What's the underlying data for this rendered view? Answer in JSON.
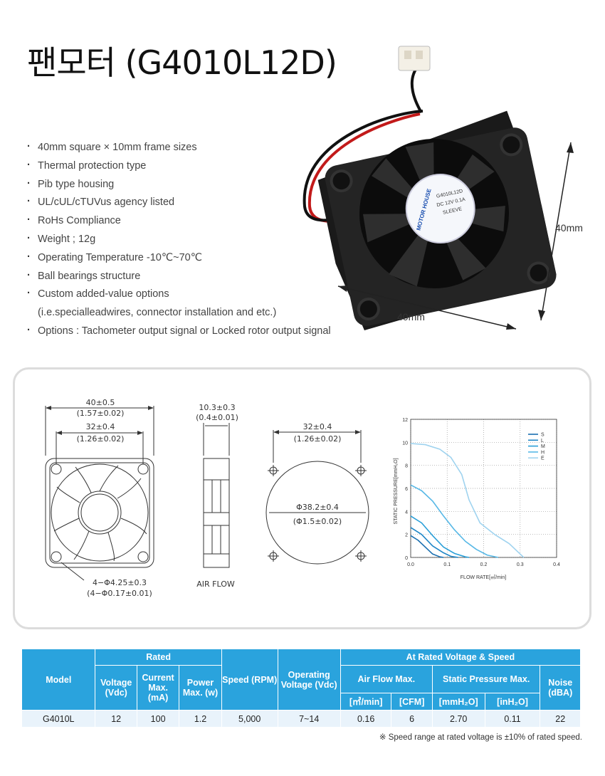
{
  "title": "팬모터 (G4010L12D)",
  "features": [
    "40mm square × 10mm frame sizes",
    "Thermal protection type",
    "Pib type housing",
    "UL/cUL/cTUVus agency listed",
    "RoHs Compliance",
    "Weight ; 12g",
    "Operating Temperature -10℃~70℃",
    "Ball bearings structure",
    "Custom added-value options",
    "(i.e.specialleadwires, connector installation and etc.)",
    "Options : Tachometer output signal or Locked rotor output signal"
  ],
  "photo": {
    "dim_side": "40mm",
    "dim_bottom": "40mm",
    "label_brand": "MOTOR HOUSE",
    "label_l1": "G4010L12D",
    "label_l2": "DC 12V 0.1A",
    "label_l3": "SLEEVE"
  },
  "drawing": {
    "front_outer": "40±0.5",
    "front_outer_in": "(1.57±0.02)",
    "front_inner": "32±0.4",
    "front_inner_in": "(1.26±0.02)",
    "front_hole": "4−Φ4.25±0.3",
    "front_hole_in": "(4−Φ0.17±0.01)",
    "side_thick": "10.3±0.3",
    "side_thick_in": "(0.4±0.01)",
    "side_caption": "AIR FLOW",
    "back_pitch": "32±0.4",
    "back_pitch_in": "(1.26±0.02)",
    "back_dia": "Φ38.2±0.4",
    "back_dia_in": "(Φ1.5±0.02)"
  },
  "chart_data": {
    "type": "line",
    "xlabel": "FLOW RATE[㎥/min]",
    "ylabel": "STATIC PRESSURE[mmH₂O]",
    "xlim": [
      0,
      0.4
    ],
    "ylim": [
      0,
      12
    ],
    "xticks": [
      "0.0",
      "0.1",
      "0.2",
      "0.3",
      "0.4"
    ],
    "yticks": [
      "0",
      "2",
      "4",
      "6",
      "8",
      "10",
      "12"
    ],
    "grid": true,
    "legend_position": "top-right",
    "series": [
      {
        "name": "S",
        "color": "#1a6fb0",
        "x": [
          0,
          0.02,
          0.04,
          0.06,
          0.08,
          0.09
        ],
        "y": [
          1.9,
          1.5,
          0.9,
          0.3,
          0.05,
          0
        ]
      },
      {
        "name": "L",
        "color": "#1f86c6",
        "x": [
          0,
          0.03,
          0.06,
          0.09,
          0.11,
          0.13
        ],
        "y": [
          2.6,
          2.0,
          1.0,
          0.4,
          0.1,
          0
        ]
      },
      {
        "name": "M",
        "color": "#2a9fd8",
        "x": [
          0,
          0.03,
          0.06,
          0.09,
          0.12,
          0.15,
          0.16
        ],
        "y": [
          3.6,
          3.0,
          1.9,
          0.9,
          0.35,
          0.05,
          0
        ]
      },
      {
        "name": "H",
        "color": "#57b8e6",
        "x": [
          0,
          0.03,
          0.06,
          0.09,
          0.12,
          0.15,
          0.18,
          0.21,
          0.24
        ],
        "y": [
          6.3,
          5.8,
          4.9,
          3.6,
          2.4,
          1.4,
          0.7,
          0.2,
          0
        ]
      },
      {
        "name": "E",
        "color": "#9fd3ef",
        "x": [
          0,
          0.04,
          0.08,
          0.11,
          0.14,
          0.16,
          0.19,
          0.23,
          0.27,
          0.3,
          0.31
        ],
        "y": [
          9.9,
          9.8,
          9.4,
          8.7,
          7.2,
          5.0,
          3.0,
          2.0,
          1.2,
          0.3,
          0
        ]
      }
    ]
  },
  "table": {
    "h_model": "Model",
    "h_rated": "Rated",
    "h_voltage": "Voltage (Vdc)",
    "h_current": "Current Max. (mA)",
    "h_power": "Power Max. (w)",
    "h_speed": "Speed (RPM)",
    "h_opv": "Operating Voltage (Vdc)",
    "h_at_rated": "At Rated Voltage & Speed",
    "h_airflow": "Air Flow Max.",
    "h_static": "Static Pressure Max.",
    "h_noise": "Noise (dBA)",
    "u_m3": "[㎥/min]",
    "u_cfm": "[CFM]",
    "u_mmh2o": "[mmH₂O]",
    "u_inh2o": "[inH₂O]",
    "row": [
      "G4010L",
      "12",
      "100",
      "1.2",
      "5,000",
      "7~14",
      "0.16",
      "6",
      "2.70",
      "0.11",
      "22"
    ]
  },
  "note": "※ Speed range at rated voltage is ±10% of rated speed."
}
